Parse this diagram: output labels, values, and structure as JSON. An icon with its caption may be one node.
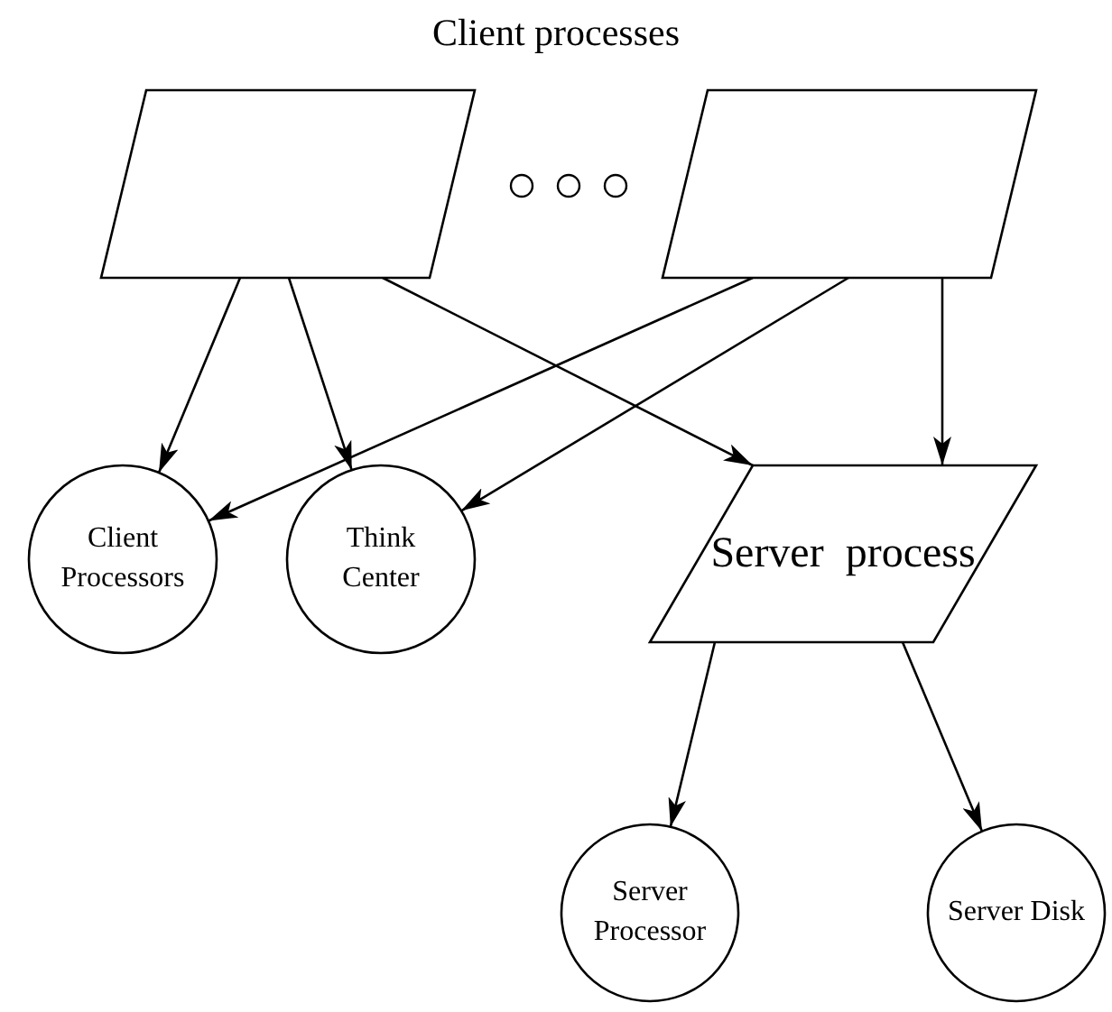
{
  "diagram": {
    "title": "Client processes",
    "nodes": [
      {
        "text": [],
        "shape": "parallelogram"
      },
      {
        "text": [],
        "shape": "parallelogram"
      },
      {
        "text": [
          "Client Processors"
        ]
      },
      {
        "text": [
          "Think Center"
        ]
      },
      {
        "text": [
          "Server process"
        ]
      },
      {
        "text": [
          "Server Processor"
        ]
      },
      {
        "text": [
          "Server Disk"
        ]
      }
    ],
    "edges": [
      {
        "from": 0,
        "to": 2,
        "arrow": "to"
      },
      {
        "from": 0,
        "to": 3,
        "arrow": "to"
      },
      {
        "from": 0,
        "to": 4,
        "arrow": "to"
      },
      {
        "from": 1,
        "to": 2,
        "arrow": "to"
      },
      {
        "from": 1,
        "to": 3,
        "arrow": "to"
      },
      {
        "from": 1,
        "to": 4,
        "arrow": "to"
      },
      {
        "from": 4,
        "to": 5,
        "arrow": "to"
      },
      {
        "from": 4,
        "to": 6,
        "arrow": "to"
      }
    ]
  }
}
